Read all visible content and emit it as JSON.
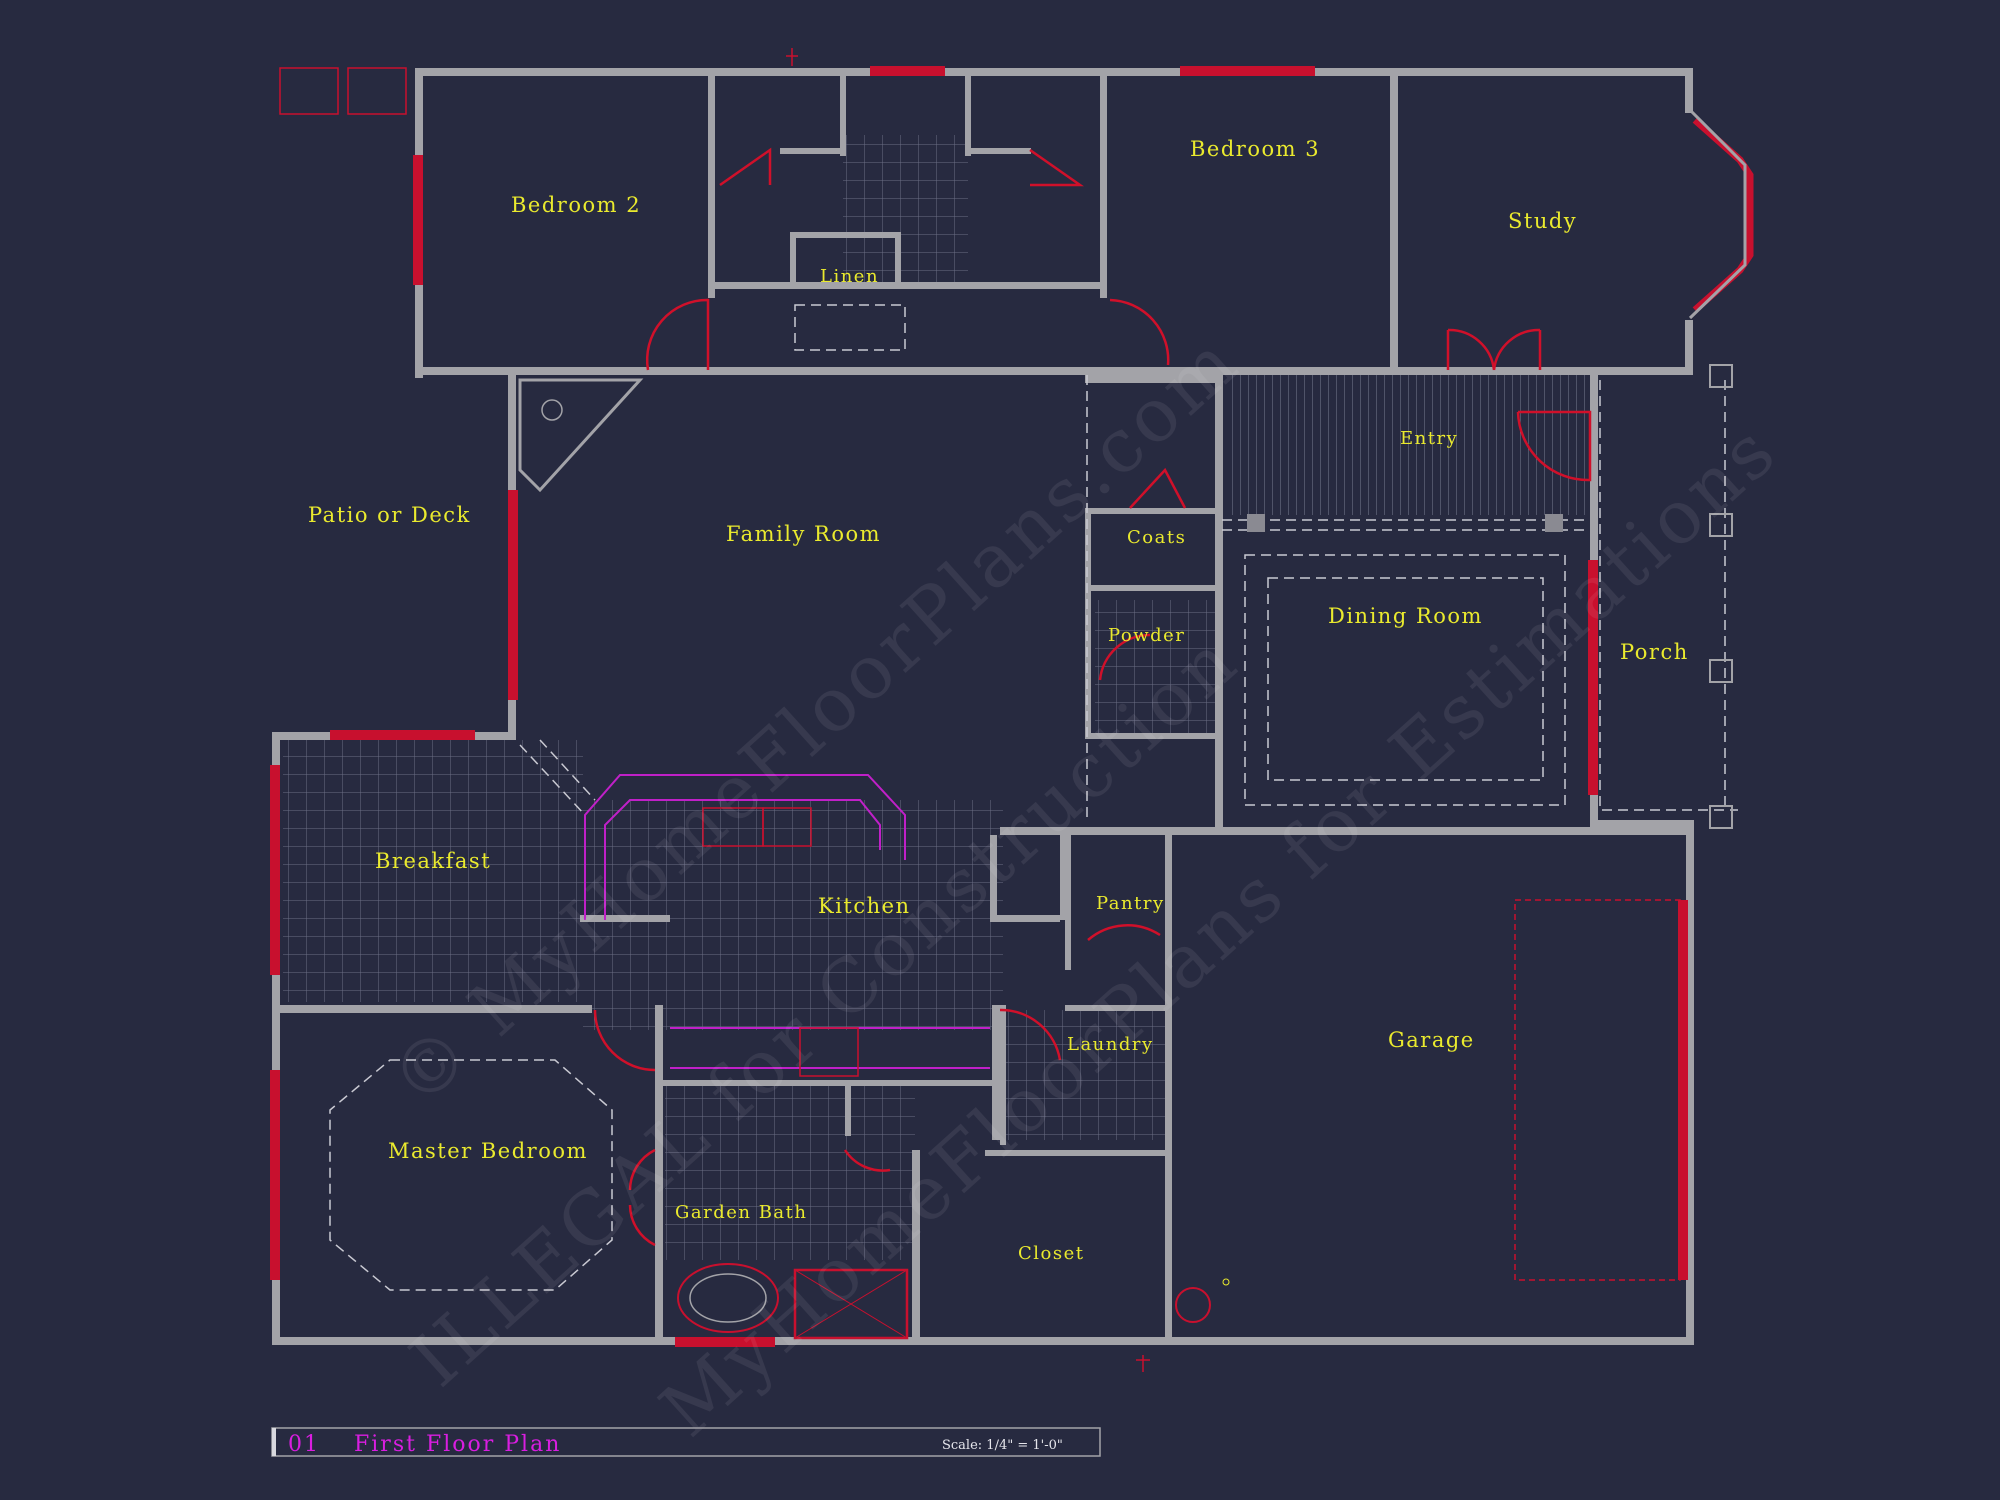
{
  "rooms": {
    "bedroom2": "Bedroom 2",
    "linen": "Linen",
    "bedroom3": "Bedroom 3",
    "study": "Study",
    "patio": "Patio or Deck",
    "family_room": "Family Room",
    "entry": "Entry",
    "coats": "Coats",
    "powder": "Powder",
    "dining_room": "Dining Room",
    "porch": "Porch",
    "breakfast": "Breakfast",
    "kitchen": "Kitchen",
    "pantry": "Pantry",
    "laundry": "Laundry",
    "garage": "Garage",
    "master_bedroom": "Master Bedroom",
    "garden_bath": "Garden Bath",
    "closet": "Closet"
  },
  "title_block": {
    "number": "01",
    "title": "First Floor Plan",
    "scale": "Scale: 1/4\" = 1'-0\""
  },
  "watermark": {
    "line1": "© MyHomeFloorPlans.com",
    "line2": "ILLEGAL for Construction",
    "line3": "MyHomeFloorPlans for Estimations"
  },
  "colors": {
    "background": "#272a40",
    "wall": "#a3a3a8",
    "window": "#c8102e",
    "label": "#eaea2e",
    "title": "#d91ee0"
  }
}
